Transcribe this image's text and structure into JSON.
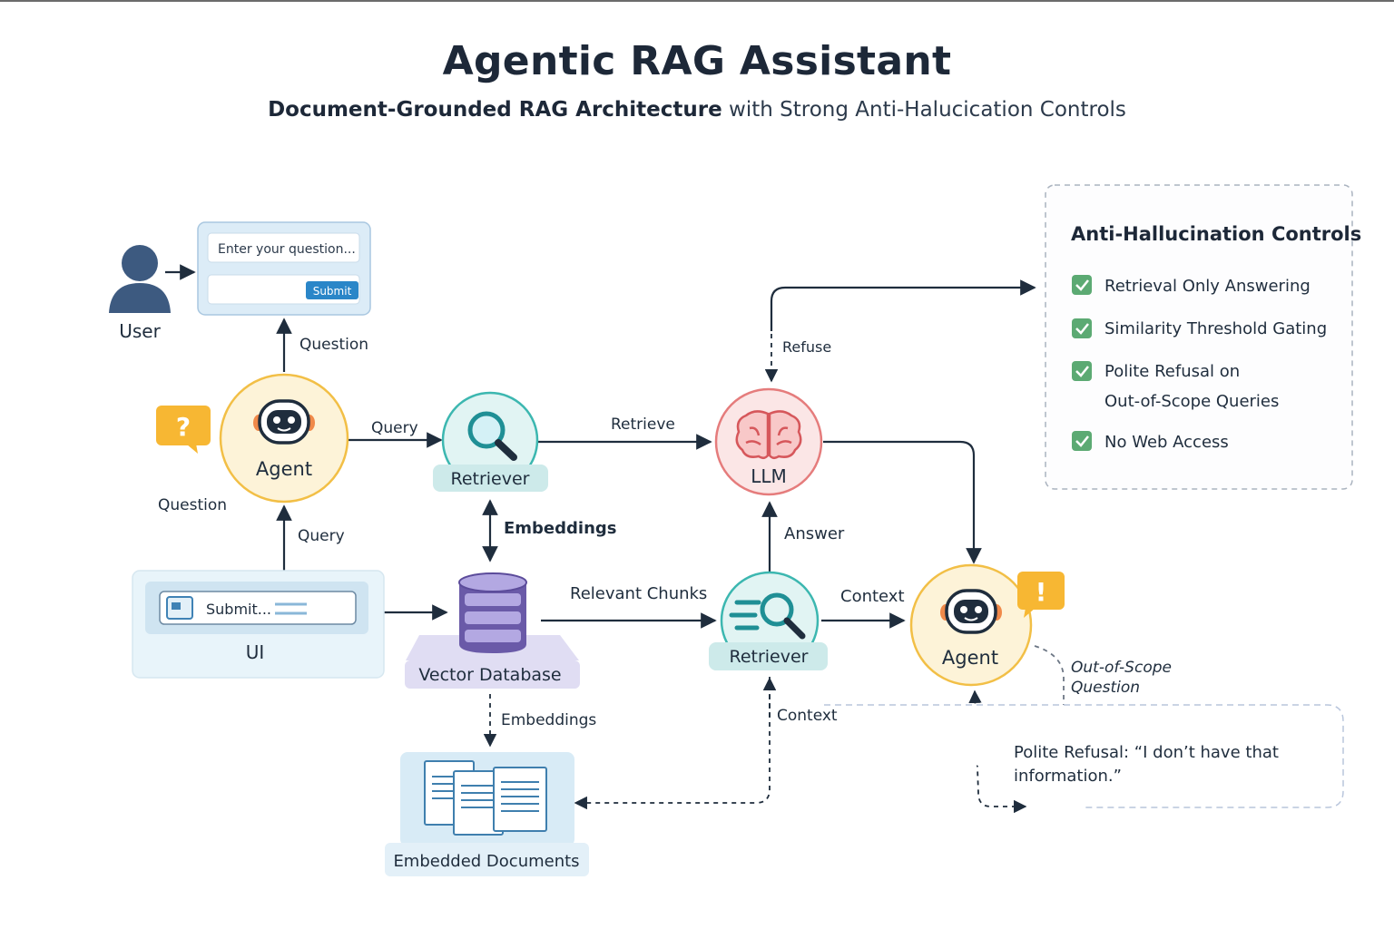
{
  "title": "Agentic RAG Assistant",
  "subtitle_bold": "Document-Grounded RAG Architecture",
  "subtitle_rest": "with Strong Anti-Halucication Controls",
  "nodes": {
    "user": "User",
    "input_placeholder": "Enter your question...",
    "submit_button": "Submit",
    "agent_top": "Agent",
    "retriever_top": "Retriever",
    "llm": "LLM",
    "ui_box_text": "Submit...",
    "ui": "UI",
    "vector_db": "Vector Database",
    "retriever_bottom": "Retriever",
    "agent_bottom": "Agent",
    "embedded_docs": "Embedded Documents"
  },
  "edge_labels": {
    "question_up": "Question",
    "query_right": "Query",
    "retrieve": "Retrieve",
    "refuse": "Refuse",
    "question_left": "Question",
    "query_up": "Query",
    "embeddings_bold": "Embeddings",
    "answer": "Answer",
    "relevant_chunks": "Relevant Chunks",
    "context_right": "Context",
    "out_of_scope_1": "Out-of-Scope",
    "out_of_scope_2": "Question",
    "embeddings_down": "Embeddings",
    "context_down": "Context"
  },
  "refusal_text_1": "Polite Refusal: “I don’t have that",
  "refusal_text_2": "information.”",
  "controls": {
    "title": "Anti-Hallucination Controls",
    "items": [
      {
        "line1": "Retrieval Only Answering",
        "line2": ""
      },
      {
        "line1": "Similarity Threshold Gating",
        "line2": ""
      },
      {
        "line1": "Polite Refusal on",
        "line2": "Out-of-Scope Queries"
      },
      {
        "line1": "No Web Access",
        "line2": ""
      }
    ]
  },
  "badges": {
    "question_mark": "?",
    "exclamation": "!"
  },
  "icons": [
    "user-icon",
    "robot-icon",
    "magnifier-icon",
    "brain-icon",
    "database-icon",
    "documents-icon",
    "check-icon",
    "form-icon"
  ],
  "colors": {
    "agent_fill": "#fdf3d8",
    "agent_stroke": "#f2bf46",
    "retriever_fill": "#e1f4f3",
    "retriever_stroke": "#3cb7b0",
    "llm_fill": "#fbe6e6",
    "llm_stroke": "#e57c7c",
    "db_fill": "#9d8fd0",
    "check": "#5caa73",
    "badge": "#f7b733",
    "arrow": "#1f2d3d"
  }
}
